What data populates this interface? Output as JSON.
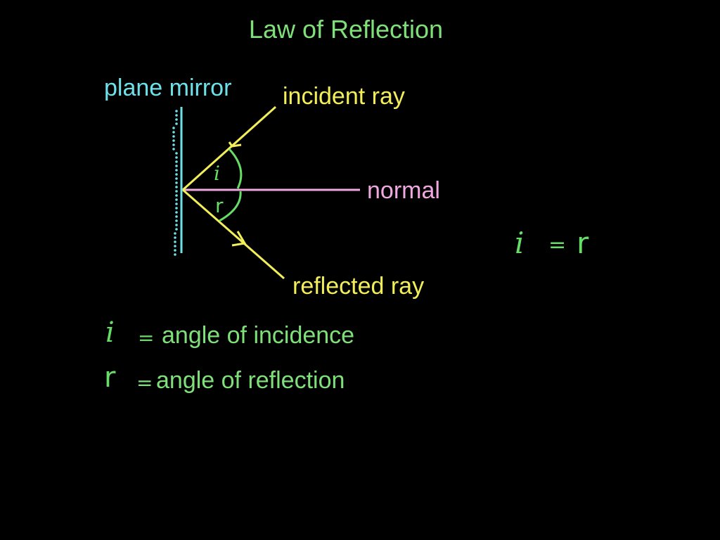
{
  "title": "Law of Reflection",
  "labels": {
    "mirror": "plane mirror",
    "incident": "incident ray",
    "normal": "normal",
    "reflected": "reflected ray",
    "angle_i": "i",
    "angle_r": "r"
  },
  "equation": {
    "lhs": "i",
    "eq": "=",
    "rhs": "r"
  },
  "legend": [
    {
      "symbol": "i",
      "eq": "=",
      "text": "angle of incidence"
    },
    {
      "symbol": "r",
      "eq": "=",
      "text": "angle of reflection"
    }
  ],
  "colors": {
    "background": "#000000",
    "title": "#7fe07a",
    "mirror": "#6ee0e8",
    "ray": "#f2ee5a",
    "normal": "#f0a8e0",
    "angle": "#66dd66",
    "text_green": "#7fe07a"
  }
}
